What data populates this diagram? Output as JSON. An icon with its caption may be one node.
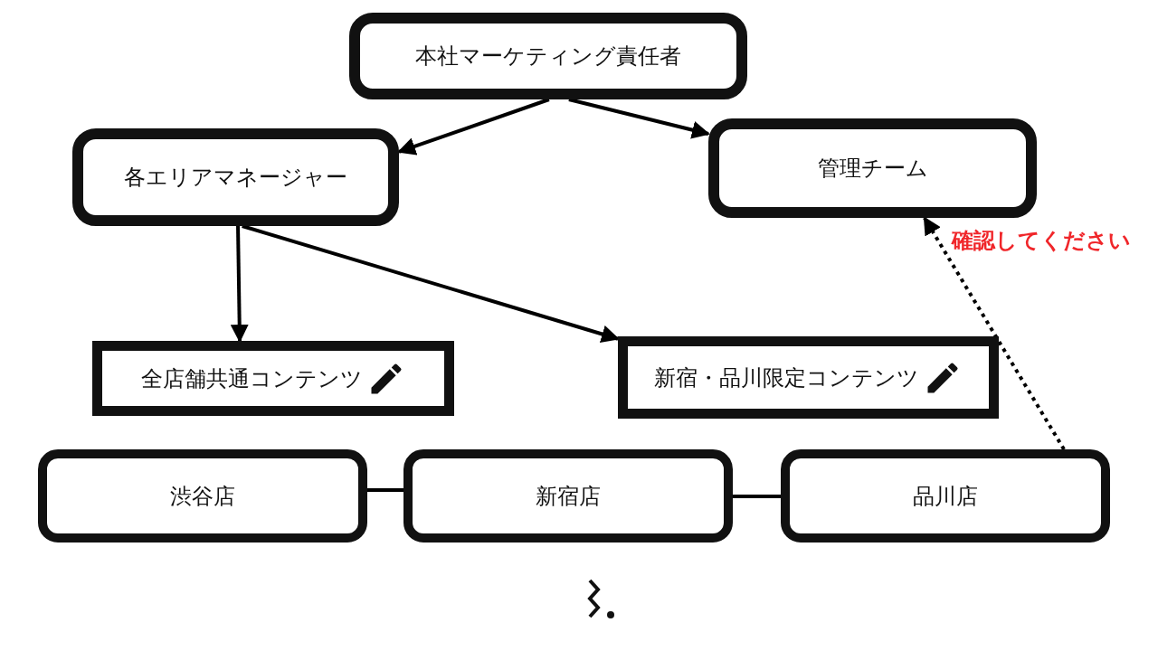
{
  "diagram": {
    "nodes": [
      {
        "text": [
          "本社マーケティング責任者"
        ]
      },
      {
        "text": [
          "各エリアマネージャー"
        ]
      },
      {
        "text": [
          "管理チーム"
        ]
      },
      {
        "text": [
          "全店舗共通コンテンツ"
        ]
      },
      {
        "text": [
          "新宿・品川限定コンテンツ"
        ]
      },
      {
        "text": [
          "渋谷店"
        ]
      },
      {
        "text": [
          "新宿店"
        ]
      },
      {
        "text": [
          "品川店"
        ]
      }
    ],
    "edges": [
      {
        "from": 0,
        "to": 1,
        "arrow": "to"
      },
      {
        "from": 0,
        "to": 2,
        "arrow": "to"
      },
      {
        "from": 1,
        "to": 3,
        "arrow": "to"
      },
      {
        "from": 1,
        "to": 4,
        "arrow": "to"
      },
      {
        "from": 5,
        "to": 6,
        "arrow": "none"
      },
      {
        "from": 6,
        "to": 7,
        "arrow": "none"
      },
      {
        "from": 7,
        "to": 2,
        "arrow": "to",
        "style": "dashed"
      }
    ],
    "labels": [
      "確認してください"
    ]
  }
}
